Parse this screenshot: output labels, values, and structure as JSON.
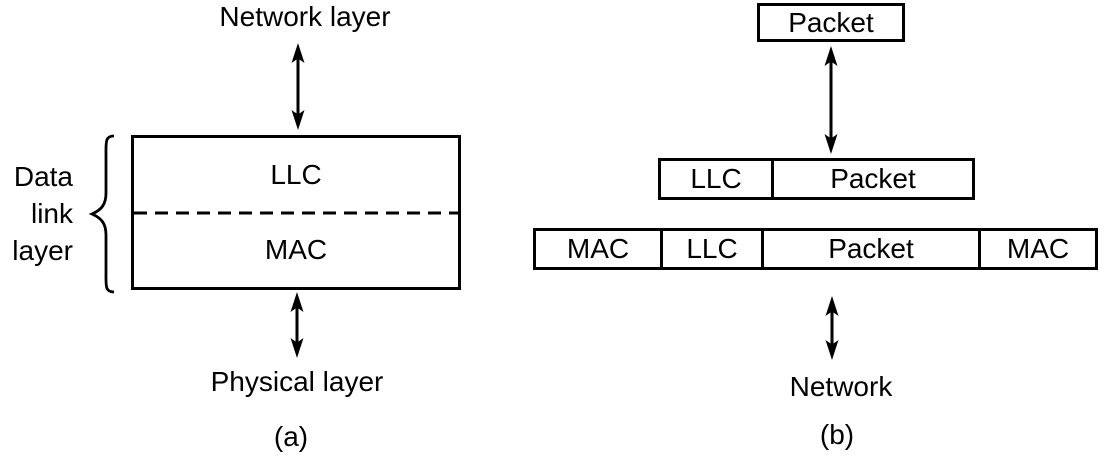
{
  "colors": {
    "ink": "#000000",
    "background": "#ffffff"
  },
  "panel_a": {
    "network_layer_label": "Network layer",
    "physical_layer_label": "Physical layer",
    "brace_lines": [
      "Data",
      "link",
      "layer"
    ],
    "sublayer_box": {
      "top": "LLC",
      "bottom": "MAC"
    },
    "caption": "(a)"
  },
  "panel_b": {
    "packet_label": "Packet",
    "llc_row": [
      "LLC",
      "Packet"
    ],
    "mac_row": [
      "MAC",
      "LLC",
      "Packet",
      "MAC"
    ],
    "network_label": "Network",
    "caption": "(b)"
  }
}
